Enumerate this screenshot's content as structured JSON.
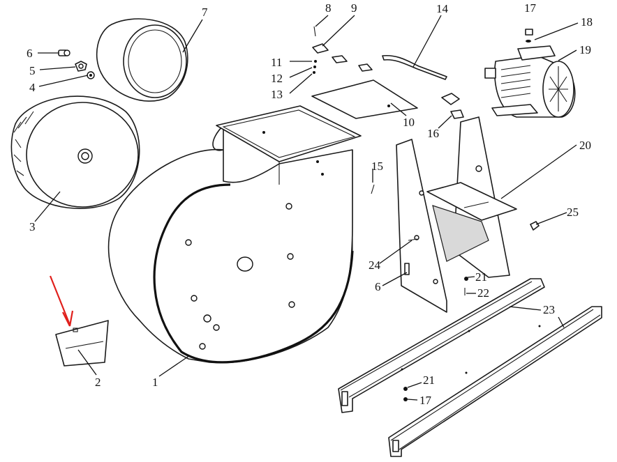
{
  "part_labels": {
    "p1": "1",
    "p2": "2",
    "p3": "3",
    "p4": "4",
    "p5": "5",
    "p6a": "6",
    "p6b": "6",
    "p7": "7",
    "p8": "8",
    "p9": "9",
    "p10": "10",
    "p11": "11",
    "p12": "12",
    "p13": "13",
    "p14": "14",
    "p15": "15",
    "p16": "16",
    "p17a": "17",
    "p17b": "17",
    "p18": "18",
    "p19": "19",
    "p20": "20",
    "p21a": "21",
    "p21b": "21",
    "p22": "22",
    "p23": "23",
    "p24": "24",
    "p25": "25"
  },
  "colors": {
    "line": "#111111",
    "pointer_arrow": "#e0201c",
    "background": "#ffffff"
  }
}
